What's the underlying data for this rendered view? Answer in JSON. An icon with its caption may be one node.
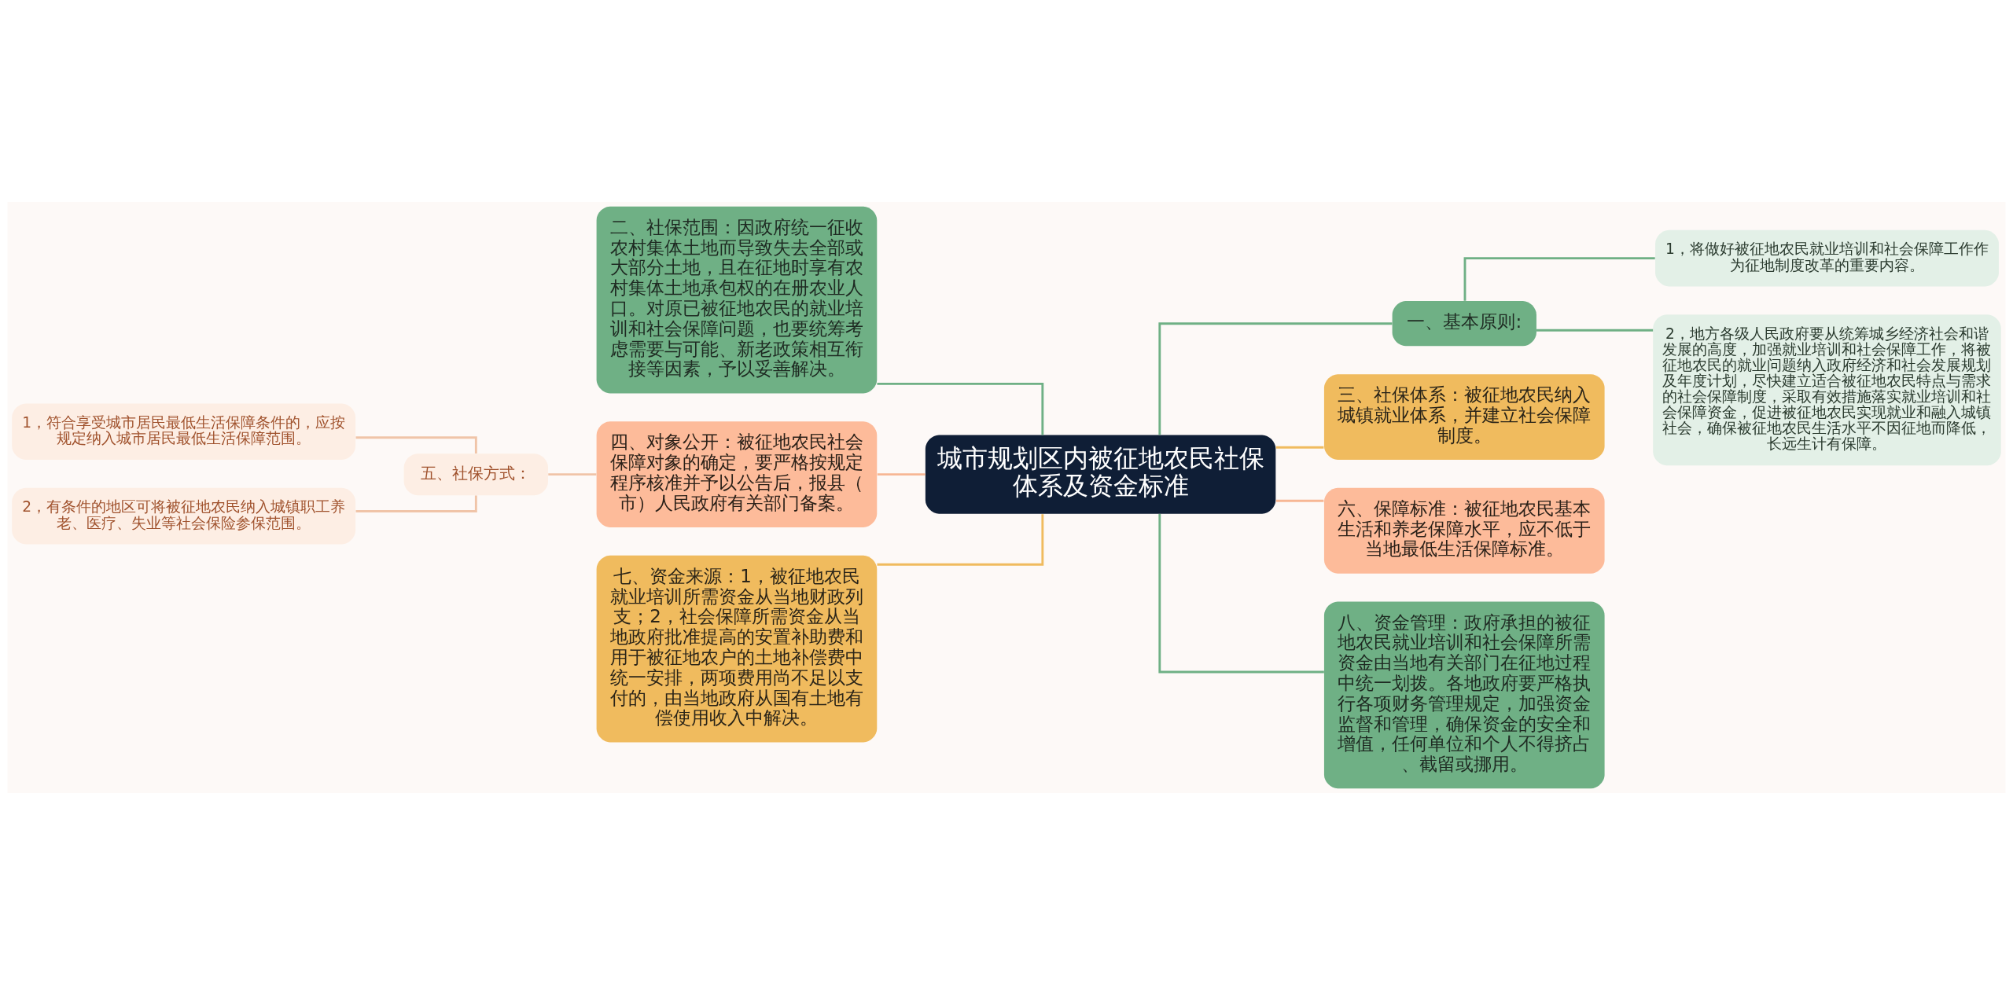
{
  "diagram": {
    "nodes": [
      {
        "text": [
          "城市规划区内被征地农民社保体系及资金标准"
        ]
      },
      {
        "text": [
          "一、基本原则:"
        ]
      },
      {
        "text": [
          "1，将做好被征地农民就业培训和社会保障工作作为征地制度改革的重要内容。"
        ]
      },
      {
        "text": [
          "2，地方各级人民政府要从统筹城乡经济社会和谐发展的高度，加强就业培训和社会保障工作，将被征地农民的就业问题纳入政府经济和社会发展规划及年度计划，尽快建立适合被征地农民特点与需求的社会保障制度，采取有效措施落实就业培训和社会保障资金，促进被征地农民实现就业和融入城镇社会，确保被征地农民生活水平不因征地而降低，长远生计有保障。"
        ]
      },
      {
        "text": [
          "三、社保体系：被征地农民纳入城镇就业体系，并建立社会保障制度。"
        ]
      },
      {
        "text": [
          "六、保障标准：被征地农民基本生活和养老保障水平，应不低于当地最低生活保障标准。"
        ]
      },
      {
        "text": [
          "八、资金管理：政府承担的被征地农民就业培训和社会保障所需资金由当地有关部门在征地过程中统一划拨。各地政府要严格执行各项财务管理规定，加强资金监督和管理，确保资金的安全和增值，任何单位和个人不得挤占、截留或挪用。"
        ]
      },
      {
        "text": [
          "二、社保范围：因政府统一征收农村集体土地而导致失去全部或大部分土地，且在征地时享有农村集体土地承包权的在册农业人口。对原已被征地农民的就业培训和社会保障问题，也要统筹考虑需要与可能、新老政策相互衔接等因素，予以妥善解决。"
        ]
      },
      {
        "text": [
          "四、对象公开：被征地农民社会保障对象的确定，要严格按规定程序核准并予以公告后，报县（市）人民政府有关部门备案。"
        ]
      },
      {
        "text": [
          "七、资金来源：1，被征地农民就业培训所需资金从当地财政列支；2，社会保障所需资金从当地政府批准提高的安置补助费和用于被征地农户的土地补偿费中统一安排，两项费用尚不足以支付的，由当地政府从国有土地有偿使用收入中解决。"
        ]
      },
      {
        "text": [
          "五、社保方式："
        ]
      },
      {
        "text": [
          "1，符合享受城市居民最低生活保障条件的，应按规定纳入城市居民最低生活保障范围。"
        ]
      },
      {
        "text": [
          "2，有条件的地区可将被征地农民纳入城镇职工养老、医疗、失业等社会保险参保范围。"
        ]
      }
    ],
    "edges": [
      {
        "from": 0,
        "to": 1,
        "arrow": "none"
      },
      {
        "from": 1,
        "to": 2,
        "arrow": "none"
      },
      {
        "from": 1,
        "to": 3,
        "arrow": "none"
      },
      {
        "from": 0,
        "to": 4,
        "arrow": "none",
        "color": "#f0bb5e"
      },
      {
        "from": 0,
        "to": 5,
        "arrow": "none",
        "color": "#f7b795"
      },
      {
        "from": 0,
        "to": 6,
        "arrow": "none"
      },
      {
        "from": 0,
        "to": 7,
        "arrow": "none"
      },
      {
        "from": 0,
        "to": 8,
        "arrow": "none",
        "color": "#f7b795"
      },
      {
        "from": 0,
        "to": 9,
        "arrow": "none",
        "color": "#f0bb5e"
      },
      {
        "from": 8,
        "to": 10,
        "arrow": "none",
        "color": "#f0c4a8"
      },
      {
        "from": 10,
        "to": 11,
        "arrow": "none",
        "color": "#f0c4a8"
      },
      {
        "from": 10,
        "to": 12,
        "arrow": "none",
        "color": "#f0c4a8"
      }
    ]
  }
}
